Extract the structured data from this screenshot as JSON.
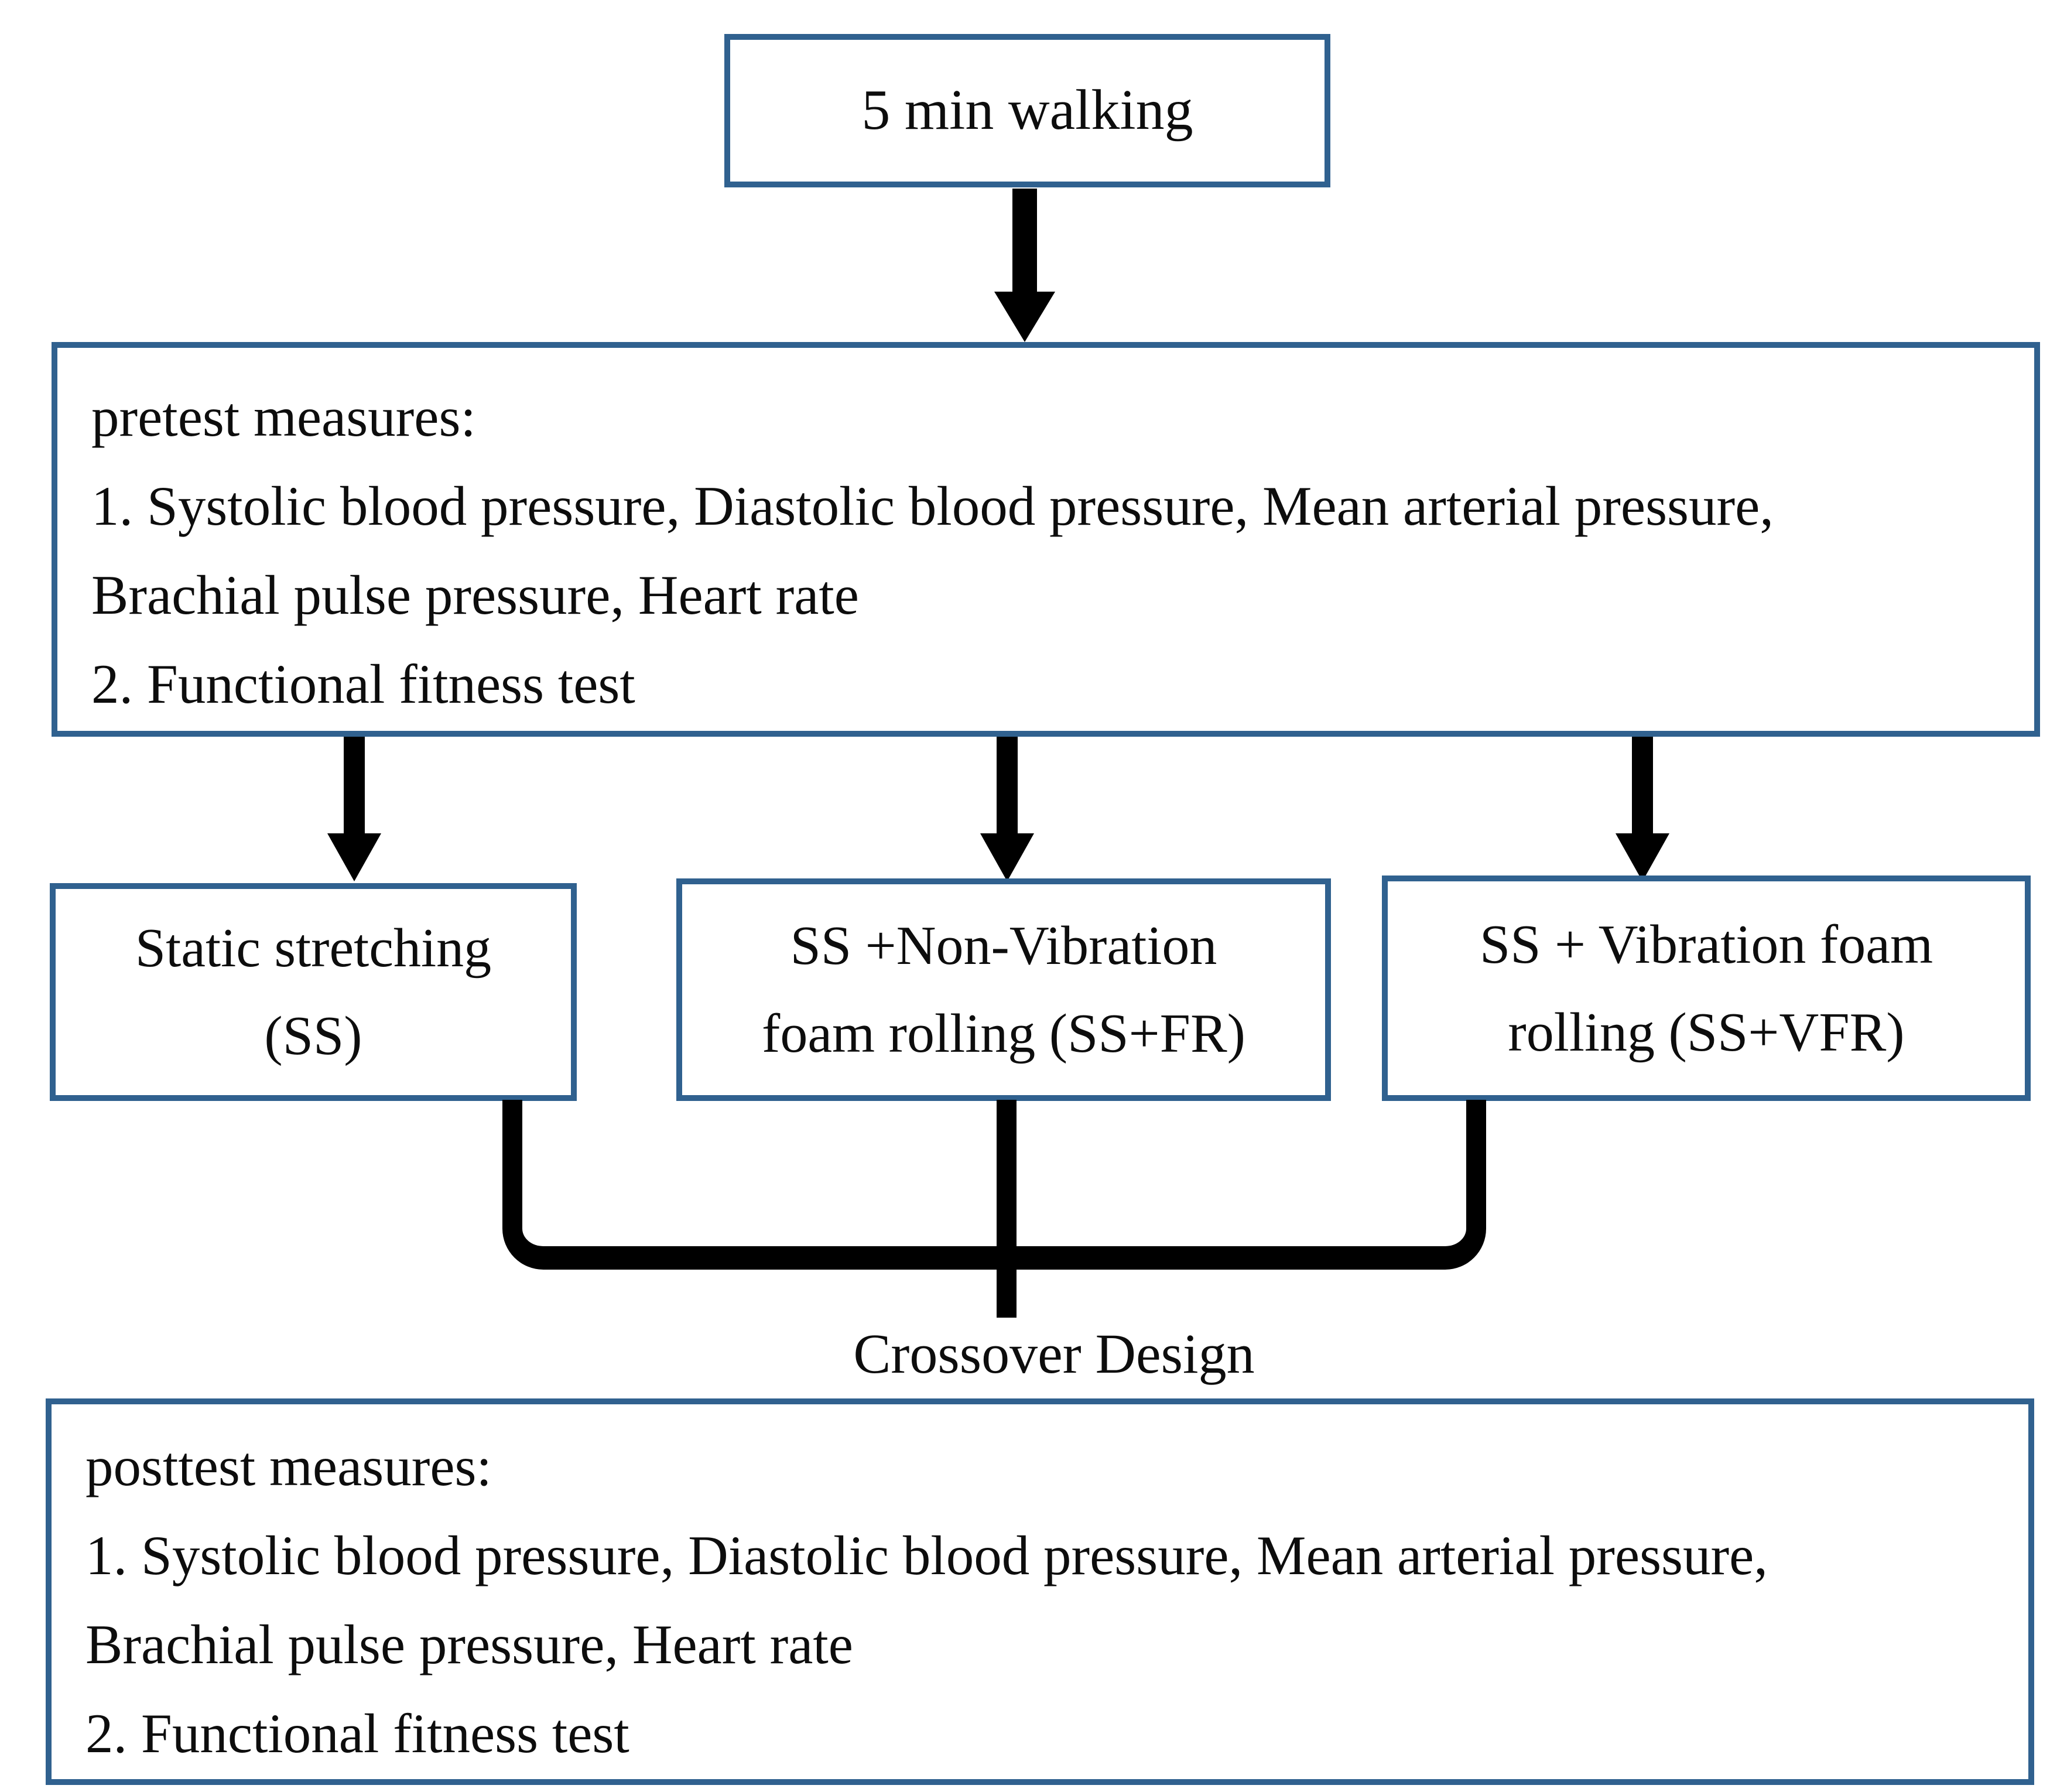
{
  "colors": {
    "box_border_blue": "#30618f",
    "arrow_black": "#000000",
    "text_black": "#0d0d0d",
    "background": "#ffffff"
  },
  "nodes": {
    "walking": {
      "label": "5 min walking"
    },
    "pretest": {
      "title": "pretest measures:",
      "line1": "1. Systolic blood pressure, Diastolic blood pressure, Mean arterial pressure,",
      "line2": "Brachial pulse pressure, Heart rate",
      "line3": "2. Functional fitness test"
    },
    "static_stretching": {
      "line1": "Static stretching",
      "line2": "(SS)"
    },
    "ss_fr": {
      "line1": "SS +Non-Vibration",
      "line2": "foam rolling (SS+FR)"
    },
    "ss_vfr": {
      "line1": "SS + Vibration foam",
      "line2": "rolling (SS+VFR)"
    },
    "crossover": {
      "label": "Crossover Design"
    },
    "posttest": {
      "title": "posttest measures:",
      "line1": "1. Systolic blood pressure, Diastolic blood pressure, Mean arterial pressure,",
      "line2": "Brachial pulse pressure, Heart rate",
      "line3": "2. Functional fitness test"
    }
  }
}
